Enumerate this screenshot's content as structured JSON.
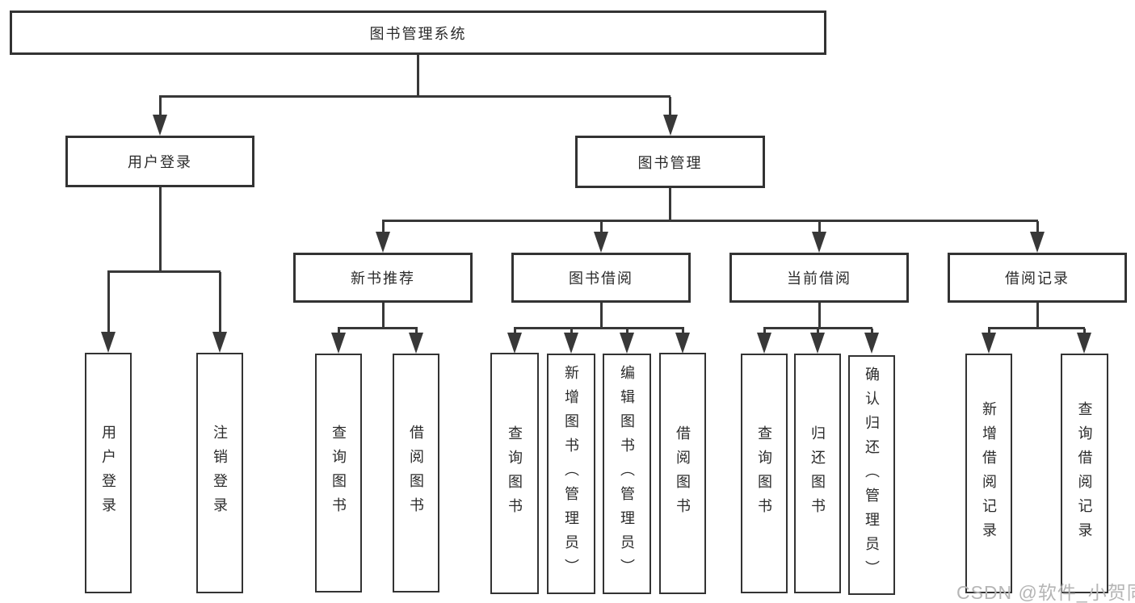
{
  "diagram": {
    "title": "图书管理系统",
    "nodes": {
      "root": {
        "label": "图书管理系统"
      },
      "login": {
        "label": "用户登录"
      },
      "manage": {
        "label": "图书管理"
      },
      "recommend": {
        "label": "新书推荐"
      },
      "borrow": {
        "label": "图书借阅"
      },
      "current": {
        "label": "当前借阅"
      },
      "record": {
        "label": "借阅记录"
      },
      "login_user": {
        "label": "用户登录"
      },
      "login_out": {
        "label": "注销登录"
      },
      "rec_query": {
        "label": "查询图书"
      },
      "rec_borrow": {
        "label": "借阅图书"
      },
      "bor_query": {
        "label": "查询图书"
      },
      "bor_add": {
        "label": "新增图书（管理员）"
      },
      "bor_edit": {
        "label": "编辑图书（管理员）"
      },
      "bor_borrow": {
        "label": "借阅图书"
      },
      "cur_query": {
        "label": "查询图书"
      },
      "cur_return": {
        "label": "归还图书"
      },
      "cur_confirm": {
        "label": "确认归还（管理员）"
      },
      "rcd_add": {
        "label": "新增借阅记录"
      },
      "rcd_query": {
        "label": "查询借阅记录"
      }
    },
    "hierarchy": {
      "图书管理系统": {
        "用户登录": [
          "用户登录",
          "注销登录"
        ],
        "图书管理": {
          "新书推荐": [
            "查询图书",
            "借阅图书"
          ],
          "图书借阅": [
            "查询图书",
            "新增图书（管理员）",
            "编辑图书（管理员）",
            "借阅图书"
          ],
          "当前借阅": [
            "查询图书",
            "归还图书",
            "确认归还（管理员）"
          ],
          "借阅记录": [
            "新增借阅记录",
            "查询借阅记录"
          ]
        }
      }
    },
    "colors": {
      "line": "#383838",
      "box_border": "#333333",
      "text": "#2b2b2b",
      "background": "#ffffff",
      "watermark": "#b5b5b5"
    }
  },
  "watermark": {
    "text": "CSDN @软件_小贺同学"
  }
}
